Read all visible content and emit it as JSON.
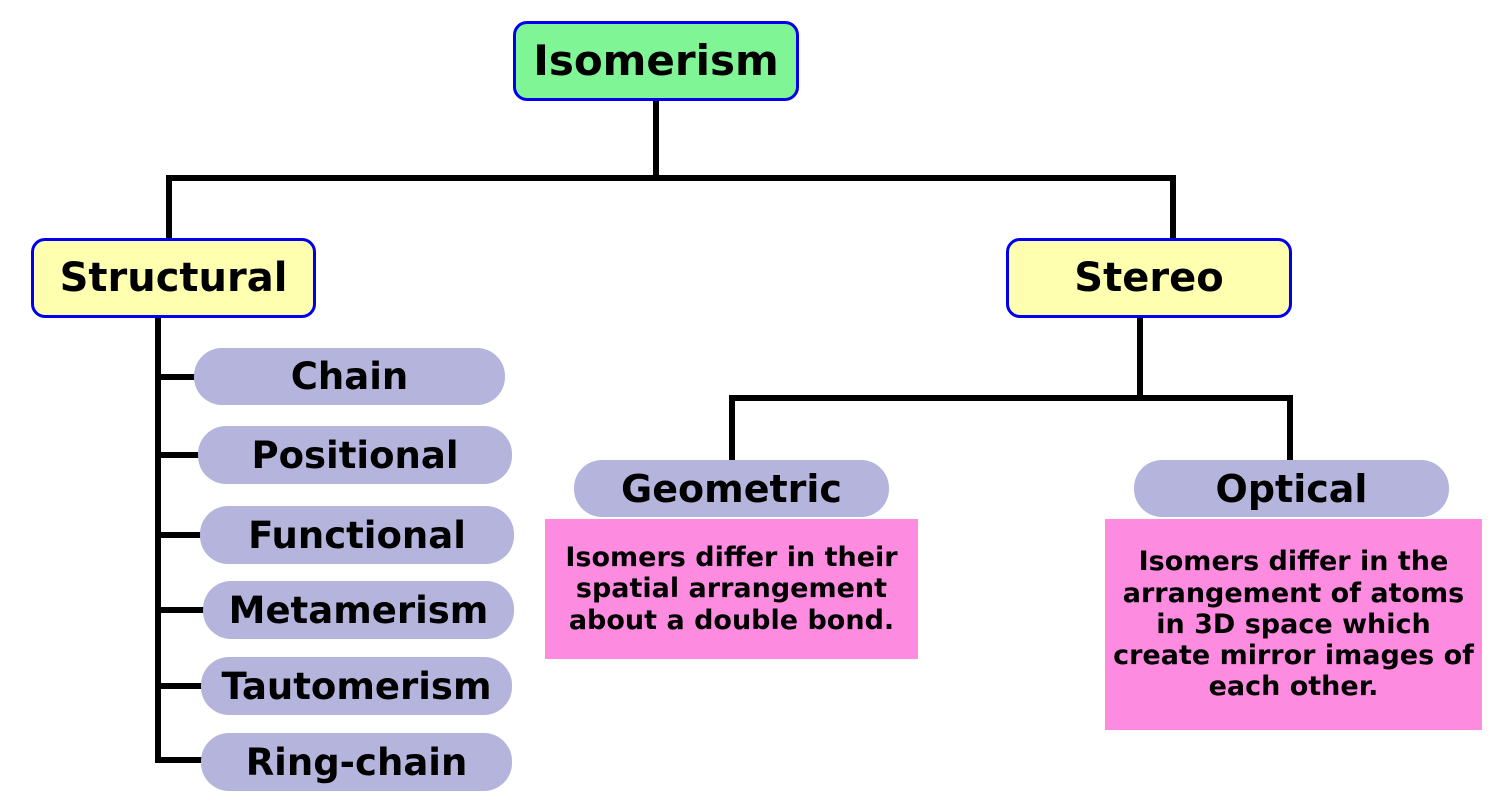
{
  "diagram": {
    "title": "Isomerism",
    "type": "hierarchy-tree",
    "root": {
      "label": "Isomerism",
      "color": "#80f596",
      "border_color": "#0000ee"
    },
    "branches": [
      {
        "label": "Structural",
        "color": "#ffffb0",
        "border_color": "#0000ee",
        "children": [
          {
            "label": "Chain",
            "color": "#b4b4dc"
          },
          {
            "label": "Positional",
            "color": "#b4b4dc"
          },
          {
            "label": "Functional",
            "color": "#b4b4dc"
          },
          {
            "label": "Metamerism",
            "color": "#b4b4dc"
          },
          {
            "label": "Tautomerism",
            "color": "#b4b4dc"
          },
          {
            "label": "Ring-chain",
            "color": "#b4b4dc"
          }
        ]
      },
      {
        "label": "Stereo",
        "color": "#ffffb0",
        "border_color": "#0000ee",
        "children": [
          {
            "label": "Geometric",
            "color": "#b4b4dc",
            "description": "Isomers differ in their spatial arrangement about a double bond.",
            "description_color": "#fd8ce0"
          },
          {
            "label": "Optical",
            "color": "#b4b4dc",
            "description": "Isomers differ in the arrangement of atoms in 3D space which create mirror images of each other.",
            "description_color": "#fd8ce0"
          }
        ]
      }
    ]
  },
  "nodes": {
    "root": "Isomerism",
    "structural": "Structural",
    "stereo": "Stereo",
    "chain": "Chain",
    "positional": "Positional",
    "functional": "Functional",
    "metamerism": "Metamerism",
    "tautomerism": "Tautomerism",
    "ring_chain": "Ring-chain",
    "geometric": "Geometric",
    "optical": "Optical",
    "geometric_desc": "Isomers differ in their spatial arrangement about a double bond.",
    "optical_desc": "Isomers differ in the arrangement of atoms in 3D space which create mirror images of each other."
  }
}
